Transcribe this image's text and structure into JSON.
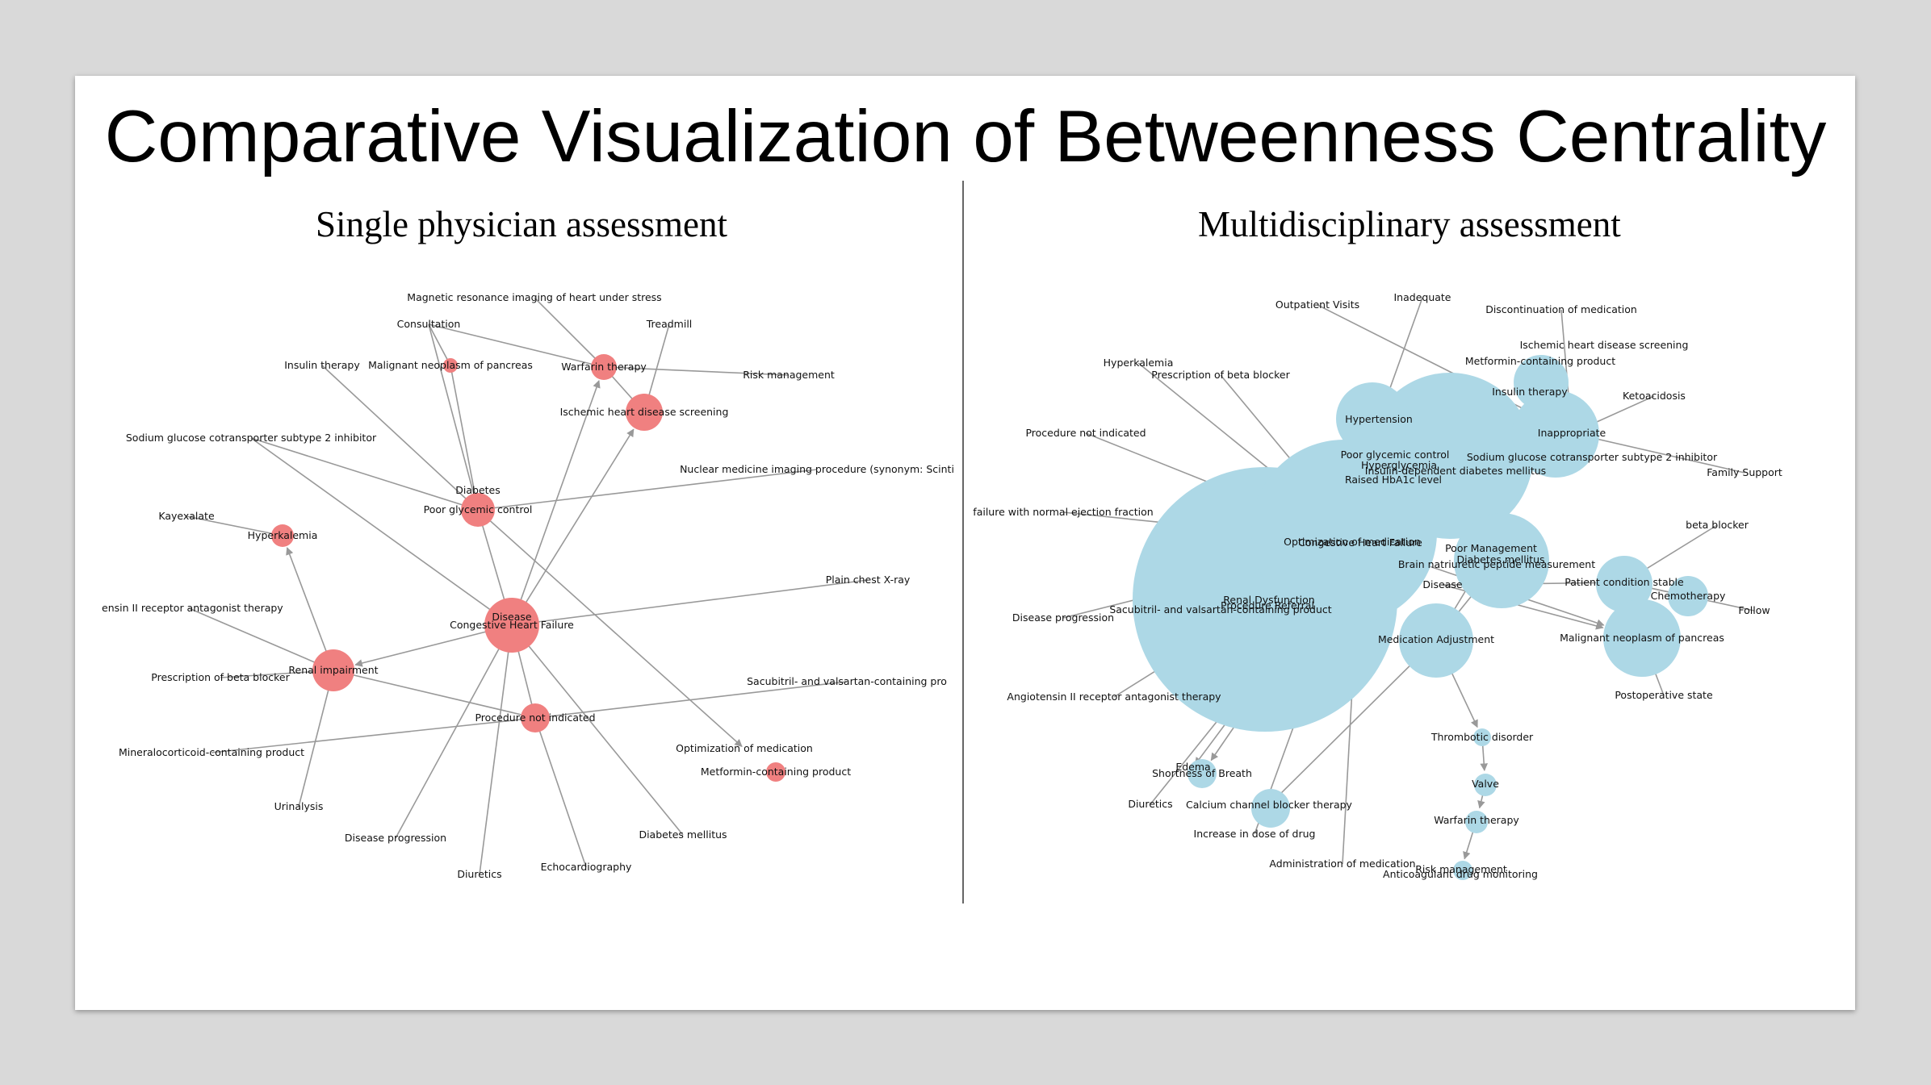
{
  "slide": {
    "title": "Comparative Visualization of Betweenness Centrality",
    "left_subtitle": "Single physician assessment",
    "right_subtitle": "Multidisciplinary assessment"
  },
  "colors": {
    "left_node": "#f08080",
    "right_node": "#add8e6",
    "edge": "#999999"
  },
  "left_graph": {
    "nodes": [
      {
        "id": "mri",
        "label": "Magnetic resonance imaging of heart under stress"
      },
      {
        "id": "consult",
        "label": "Consultation"
      },
      {
        "id": "tread",
        "label": "Treadmill"
      },
      {
        "id": "insulin",
        "label": "Insulin therapy"
      },
      {
        "id": "malig",
        "label": "Malignant neoplasm of pancreas"
      },
      {
        "id": "warf",
        "label": "Warfarin therapy"
      },
      {
        "id": "risk",
        "label": "Risk management"
      },
      {
        "id": "ihds",
        "label": "Ischemic heart disease screening"
      },
      {
        "id": "sglt",
        "label": "Sodium glucose cotransporter subtype 2 inhibitor"
      },
      {
        "id": "nucl",
        "label": "Nuclear medicine imaging procedure (synonym: Scinti"
      },
      {
        "id": "diab",
        "label": "Diabetes"
      },
      {
        "id": "pgc",
        "label": "Poor glycemic control"
      },
      {
        "id": "kay",
        "label": "Kayexalate"
      },
      {
        "id": "hyperk",
        "label": "Hyperkalemia"
      },
      {
        "id": "xray",
        "label": "Plain chest X-ray"
      },
      {
        "id": "disease",
        "label": "Disease"
      },
      {
        "id": "chf",
        "label": "Congestive Heart Failure"
      },
      {
        "id": "arb",
        "label": "ensin II receptor antagonist therapy"
      },
      {
        "id": "renal",
        "label": "Renal impairment"
      },
      {
        "id": "beta",
        "label": "Prescription of beta blocker"
      },
      {
        "id": "sacu",
        "label": "Sacubitril- and valsartan-containing pro"
      },
      {
        "id": "pni",
        "label": "Procedure not indicated"
      },
      {
        "id": "mineral",
        "label": "Mineralocorticoid-containing product"
      },
      {
        "id": "optim",
        "label": "Optimization of medication"
      },
      {
        "id": "metf",
        "label": "Metformin-containing product"
      },
      {
        "id": "urin",
        "label": "Urinalysis"
      },
      {
        "id": "dprog",
        "label": "Disease progression"
      },
      {
        "id": "dmel",
        "label": "Diabetes mellitus"
      },
      {
        "id": "echo",
        "label": "Echocardiography"
      },
      {
        "id": "diur",
        "label": "Diuretics"
      }
    ]
  },
  "right_graph": {
    "nodes": [
      {
        "id": "inad",
        "label": "Inadequate"
      },
      {
        "id": "outp",
        "label": "Outpatient Visits"
      },
      {
        "id": "discont",
        "label": "Discontinuation of medication"
      },
      {
        "id": "ihds",
        "label": "Ischemic heart disease screening"
      },
      {
        "id": "metf",
        "label": "Metformin-containing product"
      },
      {
        "id": "hyperk",
        "label": "Hyperkalemia"
      },
      {
        "id": "pbeta",
        "label": "Prescription of beta blocker"
      },
      {
        "id": "insulin",
        "label": "Insulin therapy"
      },
      {
        "id": "keto",
        "label": "Ketoacidosis"
      },
      {
        "id": "htn",
        "label": "Hypertension"
      },
      {
        "id": "inapp",
        "label": "Inappropriate"
      },
      {
        "id": "pni",
        "label": "Procedure not indicated"
      },
      {
        "id": "pgc",
        "label": "Poor glycemic control"
      },
      {
        "id": "sglt",
        "label": "Sodium glucose cotransporter subtype 2 inhibitor"
      },
      {
        "id": "hyperg",
        "label": "Hyperglycemia"
      },
      {
        "id": "iddm",
        "label": "Insulin-dependent diabetes mellitus"
      },
      {
        "id": "hba1c",
        "label": "Raised HbA1c level"
      },
      {
        "id": "family",
        "label": "Family Support"
      },
      {
        "id": "hfnef",
        "label": "failure with normal ejection fraction"
      },
      {
        "id": "optim",
        "label": "Optimization of medication"
      },
      {
        "id": "chf",
        "label": "Congestive Heart Failure"
      },
      {
        "id": "bblock",
        "label": "beta blocker"
      },
      {
        "id": "poorm",
        "label": "Poor Management"
      },
      {
        "id": "dmel",
        "label": "Diabetes mellitus"
      },
      {
        "id": "bnp",
        "label": "Brain natriuretic peptide measurement"
      },
      {
        "id": "pstable",
        "label": "Patient condition stable"
      },
      {
        "id": "chemo",
        "label": "Chemotherapy"
      },
      {
        "id": "disease",
        "label": "Disease"
      },
      {
        "id": "follow",
        "label": "Follow"
      },
      {
        "id": "renal",
        "label": "Renal Dysfunction"
      },
      {
        "id": "pref",
        "label": "Procedure Referral"
      },
      {
        "id": "sacu",
        "label": "Sacubitril- and valsartan-containing product"
      },
      {
        "id": "dprog",
        "label": "Disease progression"
      },
      {
        "id": "madj",
        "label": "Medication Adjustment"
      },
      {
        "id": "malig",
        "label": "Malignant neoplasm of pancreas"
      },
      {
        "id": "arb",
        "label": "Angiotensin II receptor antagonist therapy"
      },
      {
        "id": "postop",
        "label": "Postoperative state"
      },
      {
        "id": "thromb",
        "label": "Thrombotic disorder"
      },
      {
        "id": "edema",
        "label": "Edema"
      },
      {
        "id": "sob",
        "label": "Shortness of Breath"
      },
      {
        "id": "valve",
        "label": "Valve"
      },
      {
        "id": "ccb",
        "label": "Calcium channel blocker therapy"
      },
      {
        "id": "diur",
        "label": "Diuretics"
      },
      {
        "id": "warf",
        "label": "Warfarin therapy"
      },
      {
        "id": "incr",
        "label": "Increase in dose of drug"
      },
      {
        "id": "admin",
        "label": "Administration of medication"
      },
      {
        "id": "riskm",
        "label": "Risk management"
      },
      {
        "id": "anticoag",
        "label": "Anticoagulant drug monitoring"
      }
    ]
  }
}
